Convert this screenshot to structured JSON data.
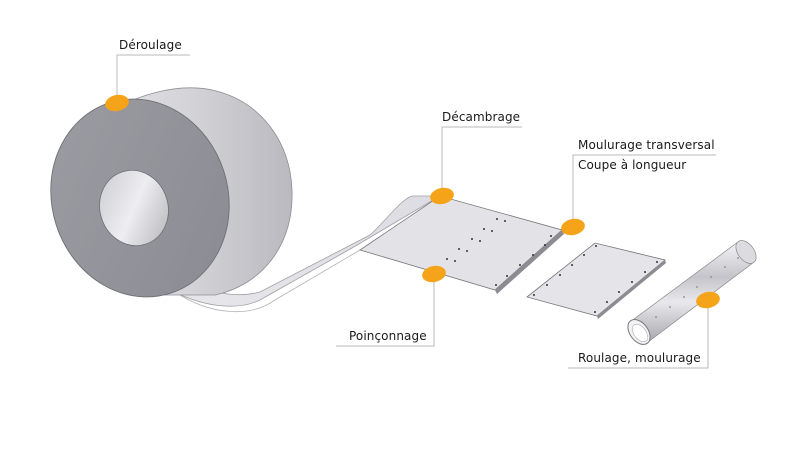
{
  "diagram": {
    "accent_color": "#F5A41A",
    "leader_color": "#b8b8b8",
    "steps": [
      {
        "id": "deroulage",
        "label": "Déroulage"
      },
      {
        "id": "decambrage",
        "label": "Décambrage"
      },
      {
        "id": "moulurage-transversal",
        "label": "Moulurage transversal"
      },
      {
        "id": "coupe-a-longueur",
        "label": "Coupe à longueur"
      },
      {
        "id": "poinconnage",
        "label": "Poinçonnage"
      },
      {
        "id": "roulage-moulurage",
        "label": "Roulage, moulurage"
      }
    ]
  }
}
